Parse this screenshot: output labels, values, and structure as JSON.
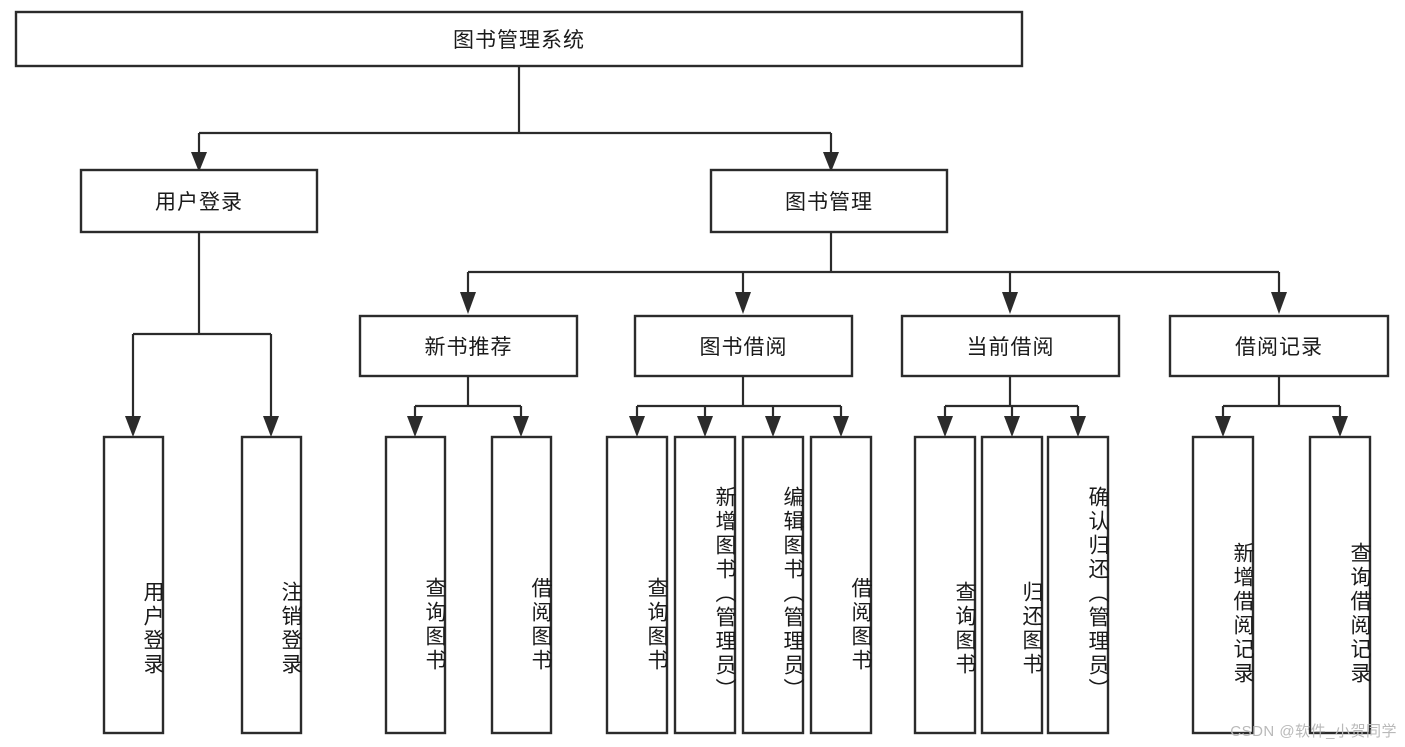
{
  "diagram": {
    "title": "图书管理系统",
    "type": "tree",
    "watermark": "CSDN @软件_小贺同学",
    "colors": {
      "box_stroke": "#2b2b2b",
      "box_fill": "#ffffff",
      "text": "#1a1a1a",
      "connector": "#2b2b2b",
      "watermark": "#b9b9b9",
      "background": "#ffffff"
    },
    "root": {
      "label": "图书管理系统",
      "orientation": "horizontal"
    },
    "level2": [
      {
        "label": "用户登录",
        "orientation": "horizontal"
      },
      {
        "label": "图书管理",
        "orientation": "horizontal"
      }
    ],
    "level3": [
      {
        "label": "新书推荐",
        "orientation": "horizontal"
      },
      {
        "label": "图书借阅",
        "orientation": "horizontal"
      },
      {
        "label": "当前借阅",
        "orientation": "horizontal"
      },
      {
        "label": "借阅记录",
        "orientation": "horizontal"
      }
    ],
    "leaves": {
      "user_login": [
        {
          "label": "用户登录"
        },
        {
          "label": "注销登录"
        }
      ],
      "new_book_recommend": [
        {
          "label": "查询图书"
        },
        {
          "label": "借阅图书"
        }
      ],
      "book_borrow": [
        {
          "label": "查询图书"
        },
        {
          "label": "新增图书（管理员）"
        },
        {
          "label": "编辑图书（管理员）"
        },
        {
          "label": "借阅图书"
        }
      ],
      "current_borrow": [
        {
          "label": "查询图书"
        },
        {
          "label": "归还图书"
        },
        {
          "label": "确认归还（管理员）"
        }
      ],
      "borrow_record": [
        {
          "label": "新增借阅记录"
        },
        {
          "label": "查询借阅记录"
        }
      ]
    }
  }
}
